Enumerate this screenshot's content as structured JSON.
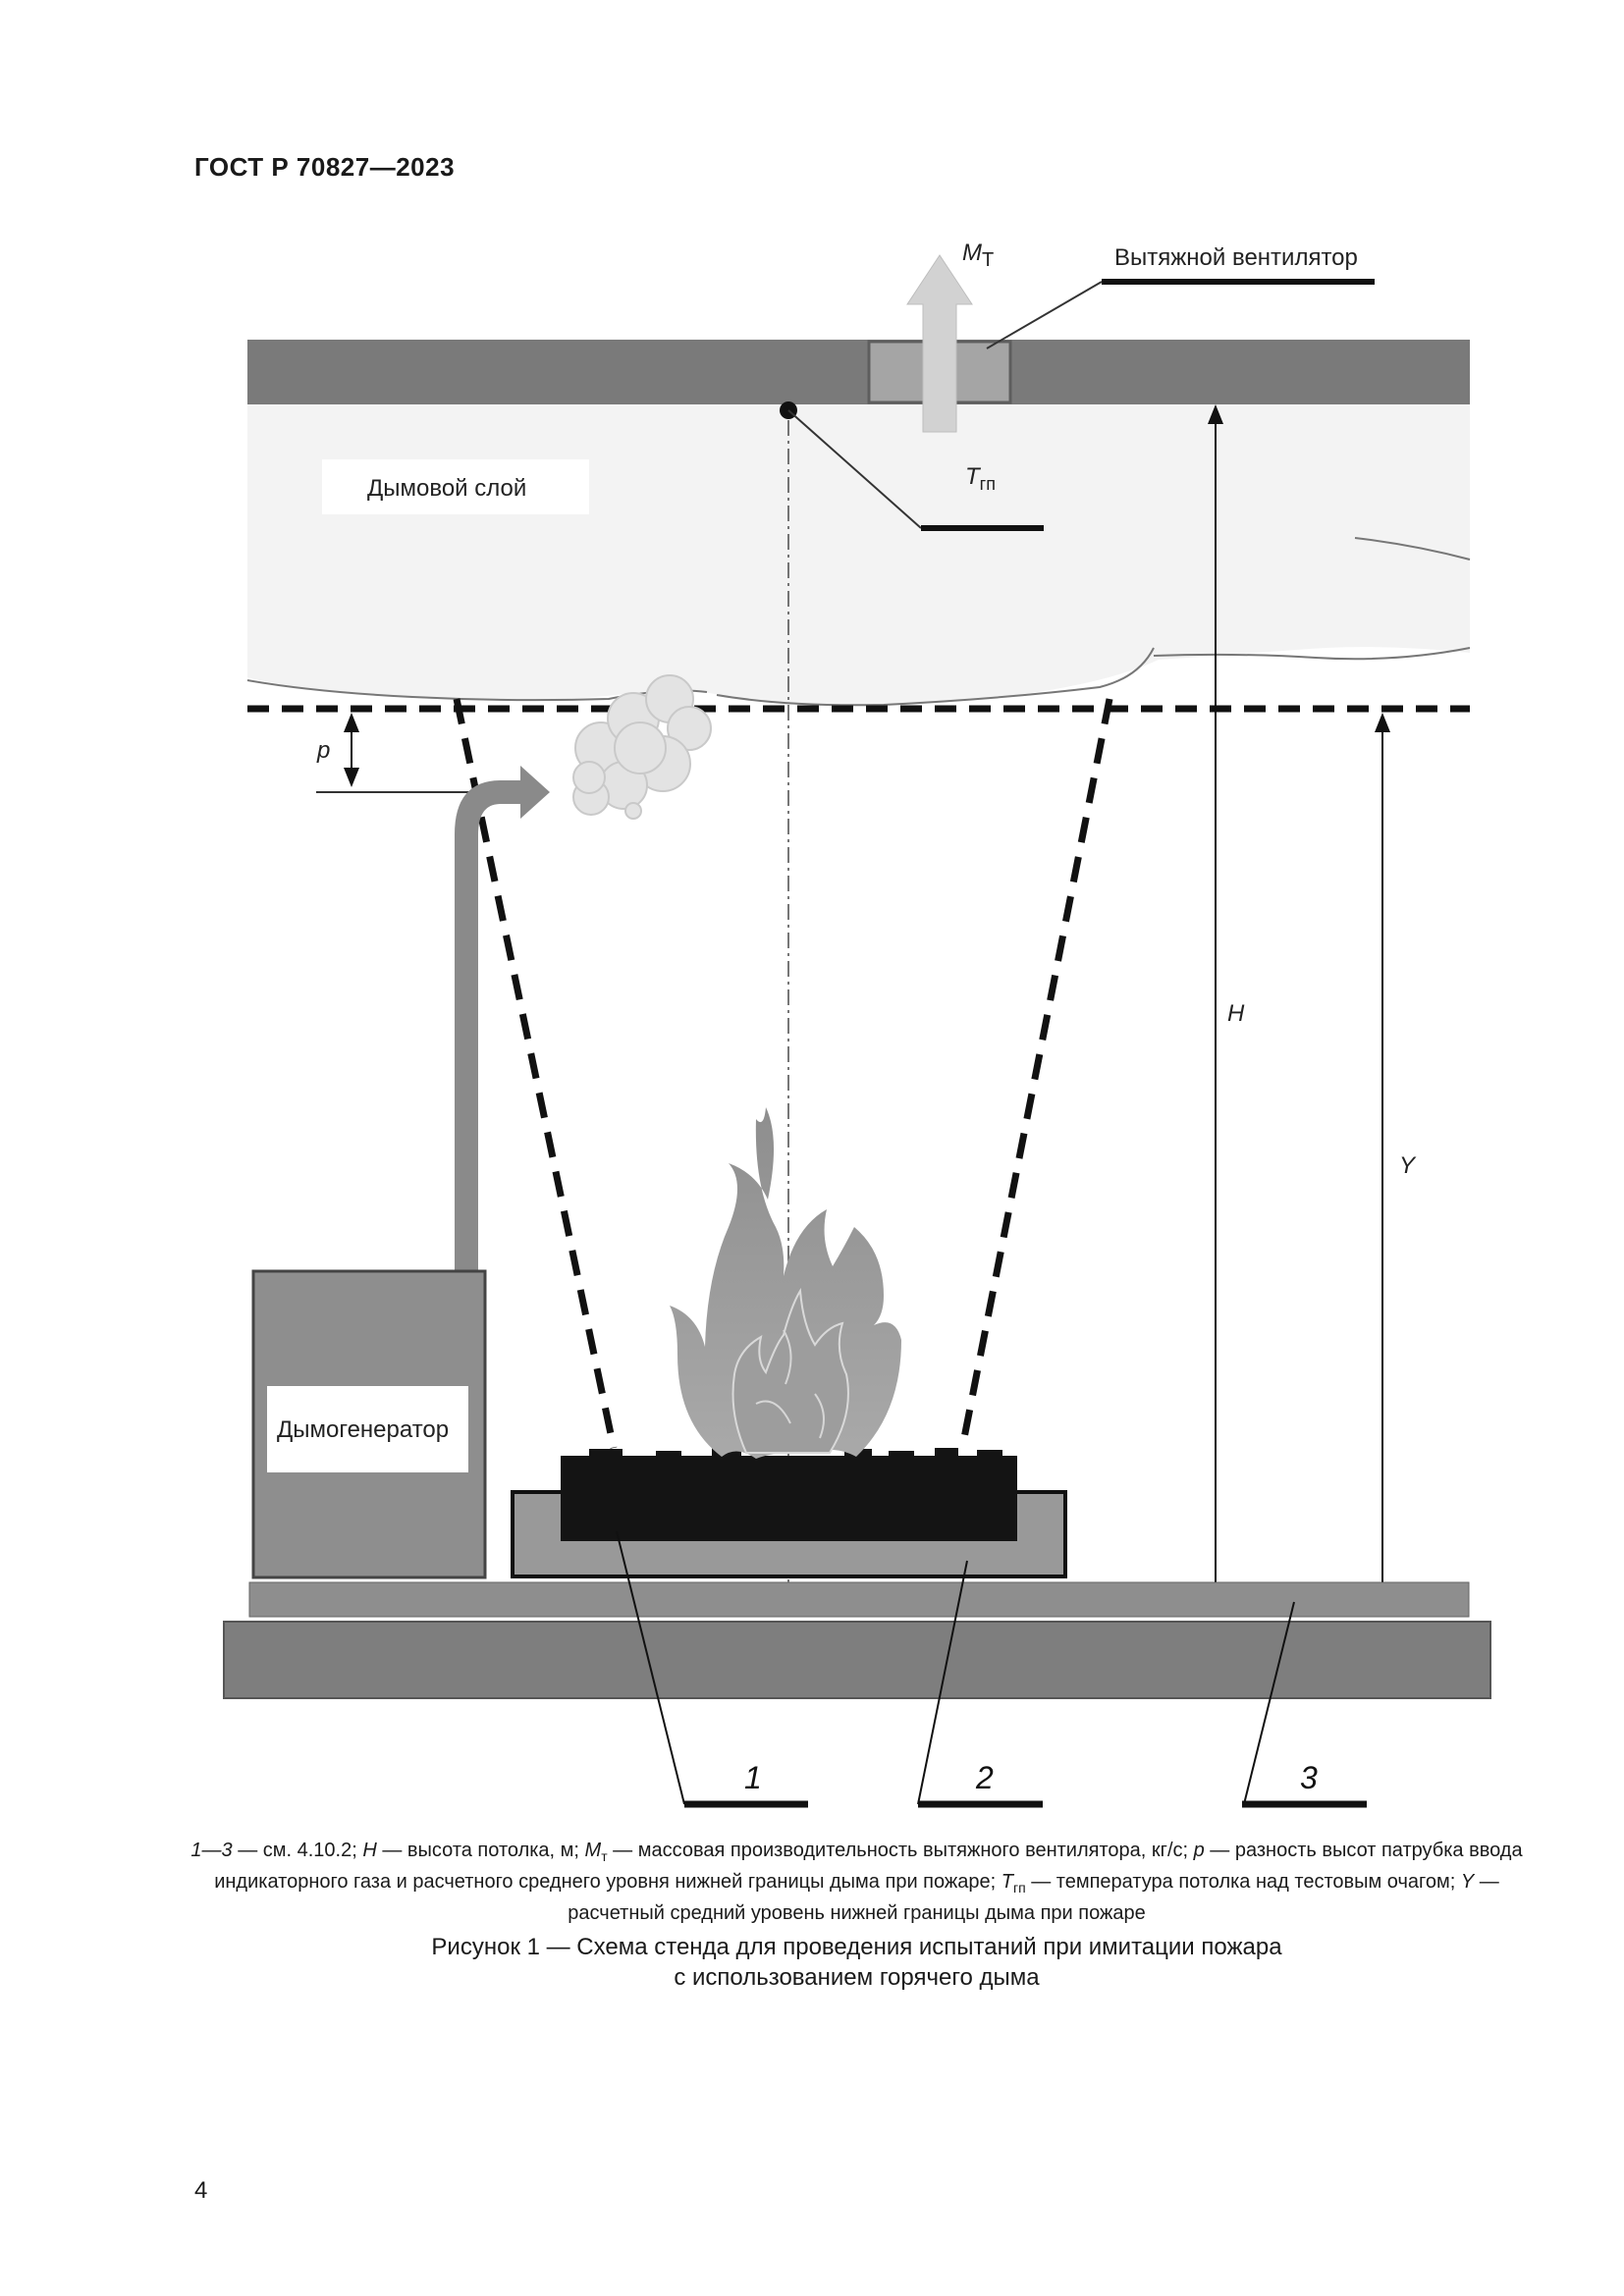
{
  "header": {
    "standard": "ГОСТ Р 70827—2023"
  },
  "figure": {
    "labels": {
      "fan_flow_symbol": "M",
      "fan_flow_sub": "Т",
      "exhaust_fan": "Вытяжной вентилятор",
      "smoke_layer": "Дымовой слой",
      "ceiling_temp_symbol": "T",
      "ceiling_temp_sub": "гп",
      "p_label": "p",
      "h_label": "H",
      "y_label": "Y",
      "smoke_generator": "Дымогенератор",
      "item_1": "1",
      "item_2": "2",
      "item_3": "3"
    }
  },
  "legend": {
    "a1": "1—3",
    "a2": " — см. 4.10.2; ",
    "a3": "H",
    "a4": " — высота потолка, м; ",
    "a5": "M",
    "a5_sub": "т",
    "a6": " — массовая производительность вытяжного вентилятора, кг/с; ",
    "a7": "p",
    "a8": " — разность высот патрубка ввода индикаторного газа и расчетного среднего уровня нижней границы дыма при пожаре; ",
    "a9": "T",
    "a9_sub": "гп",
    "a10": " — температура потолка над тестовым очагом; ",
    "a11": "Y",
    "a12": " — расчетный средний уровень нижней границы дыма при пожаре"
  },
  "caption": {
    "line1": "Рисунок 1 — Схема стенда для проведения испытаний при имитации пожара",
    "line2": "с использованием горячего дыма"
  },
  "page": {
    "number": "4"
  }
}
